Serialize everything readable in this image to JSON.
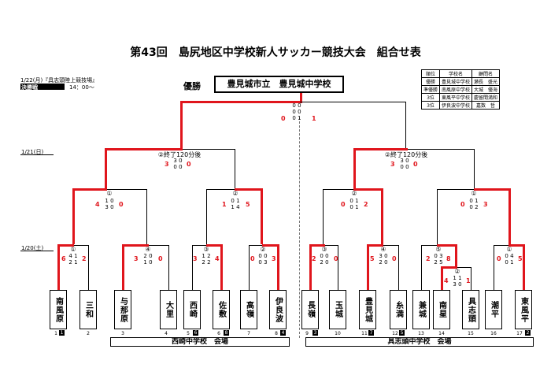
{
  "title": "第43回　島尻地区中学校新人サッカー競技大会　組合せ表",
  "final_info": {
    "date": "1/22(月)『具志頭陸上競技場』",
    "label": "決勝戦",
    "time": "14：00～"
  },
  "date_semis": "1/21(日)",
  "date_r1": "1/20(土)",
  "winner": {
    "label": "優勝",
    "name": "豊見城市立　豊見城中学校"
  },
  "results": {
    "headers": [
      "順位",
      "学校名",
      "顧問名"
    ],
    "rows": [
      [
        "優勝",
        "豊見城中学校",
        "瀬長　盛光"
      ],
      [
        "準優勝",
        "南風原中学校",
        "大城　優海"
      ],
      [
        "3位",
        "東風平中学校",
        "慶留間満和"
      ],
      [
        "3位",
        "伊良波中学校",
        "嘉数　哲"
      ]
    ]
  },
  "final": {
    "top": "0 0",
    "mid": "0 0",
    "bot": "0 1",
    "left": "0",
    "right": "1"
  },
  "semi_left": {
    "label": "②終了120分後",
    "l1": "3 0",
    "l2": "0 0",
    "left": "3",
    "right": "0"
  },
  "semi_right": {
    "label": "②終了120分後",
    "l1": "3 0",
    "l2": "0 0",
    "left": "3",
    "right": "0"
  },
  "qf": [
    {
      "label": "①",
      "l1": "1 0",
      "l2": "3 0",
      "left": "4",
      "right": "0"
    },
    {
      "label": "②",
      "l1": "0 1",
      "l2": "1 4",
      "left": "1",
      "right": "5"
    },
    {
      "label": "②",
      "l1": "0 1",
      "l2": "0 1",
      "left": "0",
      "right": "2"
    },
    {
      "label": "①",
      "l1": "0 1",
      "l2": "0 2",
      "left": "0",
      "right": "3"
    }
  ],
  "r1": [
    {
      "label": "①",
      "l1": "4 1",
      "l2": "2 1",
      "left": "6",
      "right": "2"
    },
    {
      "label": "④",
      "l1": "2 0",
      "l2": "1 0",
      "left": "3",
      "right": "0"
    },
    {
      "label": "③",
      "l1": "1 2",
      "l2": "2 2",
      "left": "3",
      "right": "4"
    },
    {
      "label": "②",
      "l1": "0 0",
      "l2": "0 3",
      "left": "0",
      "right": "3"
    },
    {
      "label": "③",
      "l1": "0 0",
      "l2": "2 0",
      "left": "2",
      "right": "0"
    },
    {
      "label": "④",
      "l1": "3 0",
      "l2": "2 0",
      "left": "5",
      "right": "0"
    },
    {
      "label": "⑤",
      "l1": "0 3",
      "l2": "2 5",
      "left": "2",
      "right": "8"
    },
    {
      "label": "①",
      "l1": "0 4",
      "l2": "0 1",
      "left": "0",
      "right": "5"
    },
    {
      "label": "②",
      "l1": "1 1",
      "l2": "3 0",
      "left": "4",
      "right": "1"
    }
  ],
  "teams": [
    {
      "name": "南風原",
      "no": "1"
    },
    {
      "name": "三和",
      "no": "2"
    },
    {
      "name": "与那原",
      "no": "3"
    },
    {
      "name": "大里",
      "no": "4"
    },
    {
      "name": "西崎",
      "no": "5"
    },
    {
      "name": "佐敷",
      "no": "6"
    },
    {
      "name": "高嶺",
      "no": "7"
    },
    {
      "name": "伊良波",
      "no": "8"
    },
    {
      "name": "長嶺",
      "no": "9"
    },
    {
      "name": "玉城",
      "no": "10"
    },
    {
      "name": "豊見城",
      "no": "11"
    },
    {
      "name": "糸満",
      "no": "12"
    },
    {
      "name": "兼城",
      "no": "13"
    },
    {
      "name": "南星",
      "no": "14"
    },
    {
      "name": "具志頭",
      "no": "15"
    },
    {
      "name": "潮平",
      "no": "16"
    },
    {
      "name": "東風平",
      "no": "17"
    }
  ],
  "ranks": [
    "1",
    "6",
    "8",
    "4",
    "3",
    "7",
    "5",
    "2"
  ],
  "venues": [
    "西崎中学校　会場",
    "具志頭中学校　会場"
  ]
}
